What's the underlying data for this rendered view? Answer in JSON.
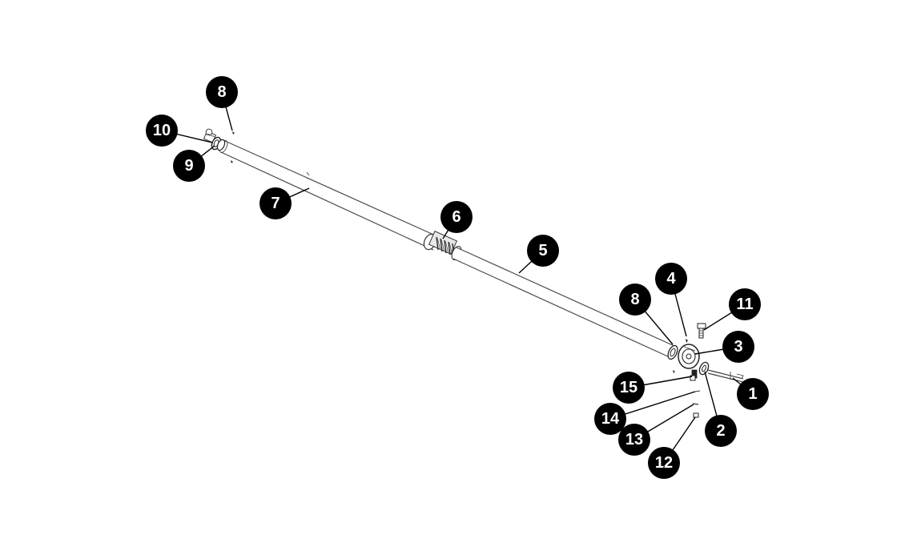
{
  "callouts": [
    {
      "id": "c8a",
      "label": "8"
    },
    {
      "id": "c10",
      "label": "10"
    },
    {
      "id": "c9",
      "label": "9"
    },
    {
      "id": "c7",
      "label": "7"
    },
    {
      "id": "c6",
      "label": "6"
    },
    {
      "id": "c5",
      "label": "5"
    },
    {
      "id": "c4",
      "label": "4"
    },
    {
      "id": "c8b",
      "label": "8"
    },
    {
      "id": "c11",
      "label": "11"
    },
    {
      "id": "c3",
      "label": "3"
    },
    {
      "id": "c15",
      "label": "15"
    },
    {
      "id": "c1",
      "label": "1"
    },
    {
      "id": "c14",
      "label": "14"
    },
    {
      "id": "c2",
      "label": "2"
    },
    {
      "id": "c13",
      "label": "13"
    },
    {
      "id": "c12",
      "label": "12"
    }
  ],
  "colors": {
    "callout_fill": "#000000",
    "callout_text": "#ffffff",
    "line": "#222222",
    "background": "#ffffff"
  }
}
